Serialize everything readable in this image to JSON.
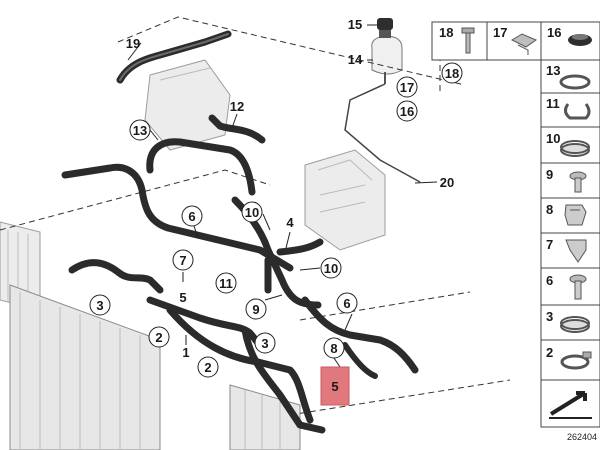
{
  "callouts": [
    {
      "id": "c19",
      "label": "19"
    },
    {
      "id": "c15",
      "label": "15"
    },
    {
      "id": "c14",
      "label": "14"
    },
    {
      "id": "c17",
      "label": "17"
    },
    {
      "id": "c16",
      "label": "16"
    },
    {
      "id": "c18",
      "label": "18"
    },
    {
      "id": "c12",
      "label": "12"
    },
    {
      "id": "c13",
      "label": "13"
    },
    {
      "id": "c20",
      "label": "20"
    },
    {
      "id": "c6a",
      "label": "6"
    },
    {
      "id": "c10a",
      "label": "10"
    },
    {
      "id": "c4",
      "label": "4"
    },
    {
      "id": "c7",
      "label": "7"
    },
    {
      "id": "c5a",
      "label": "5"
    },
    {
      "id": "c11",
      "label": "11"
    },
    {
      "id": "c10b",
      "label": "10"
    },
    {
      "id": "c3a",
      "label": "3"
    },
    {
      "id": "c9",
      "label": "9"
    },
    {
      "id": "c6b",
      "label": "6"
    },
    {
      "id": "c2a",
      "label": "2"
    },
    {
      "id": "c1",
      "label": "1"
    },
    {
      "id": "c2b",
      "label": "2"
    },
    {
      "id": "c3b",
      "label": "3"
    },
    {
      "id": "c8",
      "label": "8"
    },
    {
      "id": "c5b",
      "label": "5"
    }
  ],
  "highlighted_label": "5",
  "highlight_color": "#e0787d",
  "legend": {
    "top_row": [
      {
        "label": "18",
        "icon": "bolt-icon"
      },
      {
        "label": "17",
        "icon": "clip-nut-icon"
      },
      {
        "label": "16",
        "icon": "grommet-icon"
      }
    ],
    "column": [
      {
        "label": "13",
        "icon": "hose-clamp-icon"
      },
      {
        "label": "11",
        "icon": "spring-clip-icon"
      },
      {
        "label": "10",
        "icon": "band-clamp-icon"
      },
      {
        "label": "9",
        "icon": "screw-icon"
      },
      {
        "label": "8",
        "icon": "bracket-clip-icon"
      },
      {
        "label": "7",
        "icon": "holder-clip-icon"
      },
      {
        "label": "6",
        "icon": "screw-icon"
      },
      {
        "label": "3",
        "icon": "band-clamp-icon"
      },
      {
        "label": "2",
        "icon": "spring-clamp-icon"
      }
    ],
    "arrow_icon": "direction-arrow-icon"
  },
  "diagram_number": "262404"
}
